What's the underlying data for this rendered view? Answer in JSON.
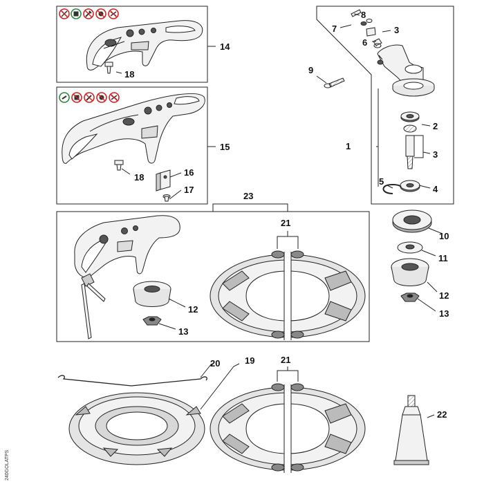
{
  "callouts": {
    "c1": "1",
    "c2": "2",
    "c3a": "3",
    "c3b": "3",
    "c4": "4",
    "c5": "5",
    "c6": "6",
    "c7": "7",
    "c8": "8",
    "c9": "9",
    "c10": "10",
    "c11a": "11",
    "c12a": "12",
    "c12b": "12",
    "c13a": "13",
    "c13b": "13",
    "c14": "14",
    "c15": "15",
    "c16": "16",
    "c17": "17",
    "c18a": "18",
    "c18b": "18",
    "c19": "19",
    "c20": "20",
    "c21a": "21",
    "c21b": "21",
    "c22": "22",
    "c23": "23"
  },
  "side_code": "240GOLATPS",
  "colors": {
    "line": "#222222",
    "warn_red": "#d42020",
    "warn_green": "#2a8a3a",
    "part_fill": "#f2f2f2",
    "part_dark": "#555555"
  },
  "icons": {
    "row14": [
      "prohibit-icon",
      "green-circle-icon",
      "wrench-prohibit-icon",
      "blade-prohibit-icon",
      "tool-prohibit-icon"
    ],
    "row15": [
      "green-circle-icon",
      "prohibit-icon",
      "wrench-prohibit-icon",
      "blade-prohibit-icon",
      "tool-prohibit-icon"
    ]
  }
}
